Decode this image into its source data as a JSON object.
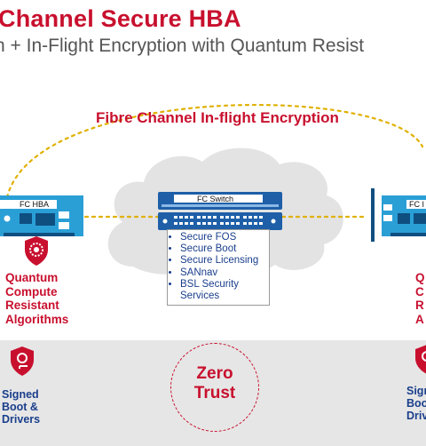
{
  "header": {
    "title": "Channel Secure HBA",
    "subtitle": "n + In-Flight Encryption with Quantum Resist"
  },
  "diagram": {
    "link_label": "Fibre Channel In-flight Encryption",
    "left_hba_label": "FC HBA",
    "right_hba_label": "FC I",
    "switch_label": "FC Switch",
    "switch_features": [
      "Secure FOS",
      "Secure Boot",
      "Secure Licensing",
      "SANnav",
      "BSL Security Services"
    ],
    "left_algorithms": [
      "Quantum",
      "Compute",
      "Resistant",
      "Algorithms"
    ],
    "right_algorithms": [
      "Q",
      "C",
      "R",
      "A"
    ],
    "zero_trust": [
      "Zero",
      "Trust"
    ],
    "left_signed": [
      "Signed",
      "Boot &",
      "Drivers"
    ],
    "right_signed": [
      "Sign",
      "Boo",
      "Drive"
    ]
  },
  "colors": {
    "brand_red": "#c8102e",
    "link_blue": "#1a3e8c",
    "hba_blue": "#2a9fd6",
    "switch_blue": "#1e5fa8",
    "dotted_gold": "#e0b000",
    "band_gray": "#e6e6e6"
  },
  "icons": [
    "shield-gear-icon",
    "shield-key-icon"
  ]
}
